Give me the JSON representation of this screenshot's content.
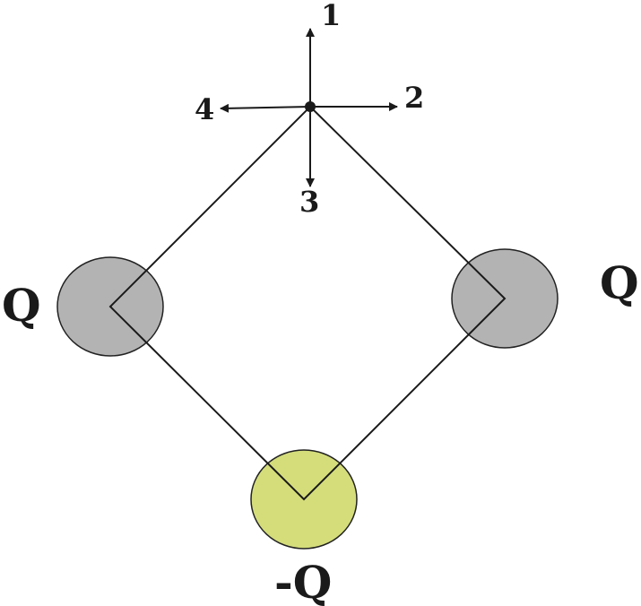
{
  "charges": [
    {
      "id": "left",
      "label": "Q",
      "fill": "#b3b3b3"
    },
    {
      "id": "right",
      "label": "Q",
      "fill": "#b3b3b3"
    },
    {
      "id": "bottom",
      "label": "-Q",
      "fill": "#d4dd7a"
    }
  ],
  "directions": [
    {
      "id": "1",
      "label": "1"
    },
    {
      "id": "2",
      "label": "2"
    },
    {
      "id": "3",
      "label": "3"
    },
    {
      "id": "4",
      "label": "4"
    }
  ],
  "colors": {
    "line": "#1a1a1a",
    "neutral_charge": "#b3b3b3",
    "negative_charge": "#d4dd7a",
    "outline": "#222222"
  }
}
